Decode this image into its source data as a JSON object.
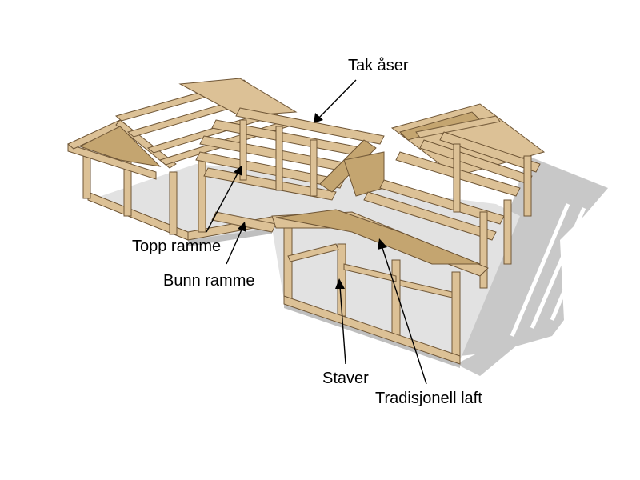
{
  "labels": {
    "roof_purlins": "Tak åser",
    "top_frame": "Topp ramme",
    "bottom_frame": "Bunn ramme",
    "staves": "Staver",
    "traditional_laft": "Tradisjonell laft"
  },
  "colors": {
    "timber": "#dcc196",
    "timber_shade": "#c4a570",
    "timber_outline": "#6f5636",
    "floor": "#dcdcdc",
    "foundation": "#bfbfbf",
    "shadow": "#c8c8c8",
    "arrow": "#000000"
  }
}
